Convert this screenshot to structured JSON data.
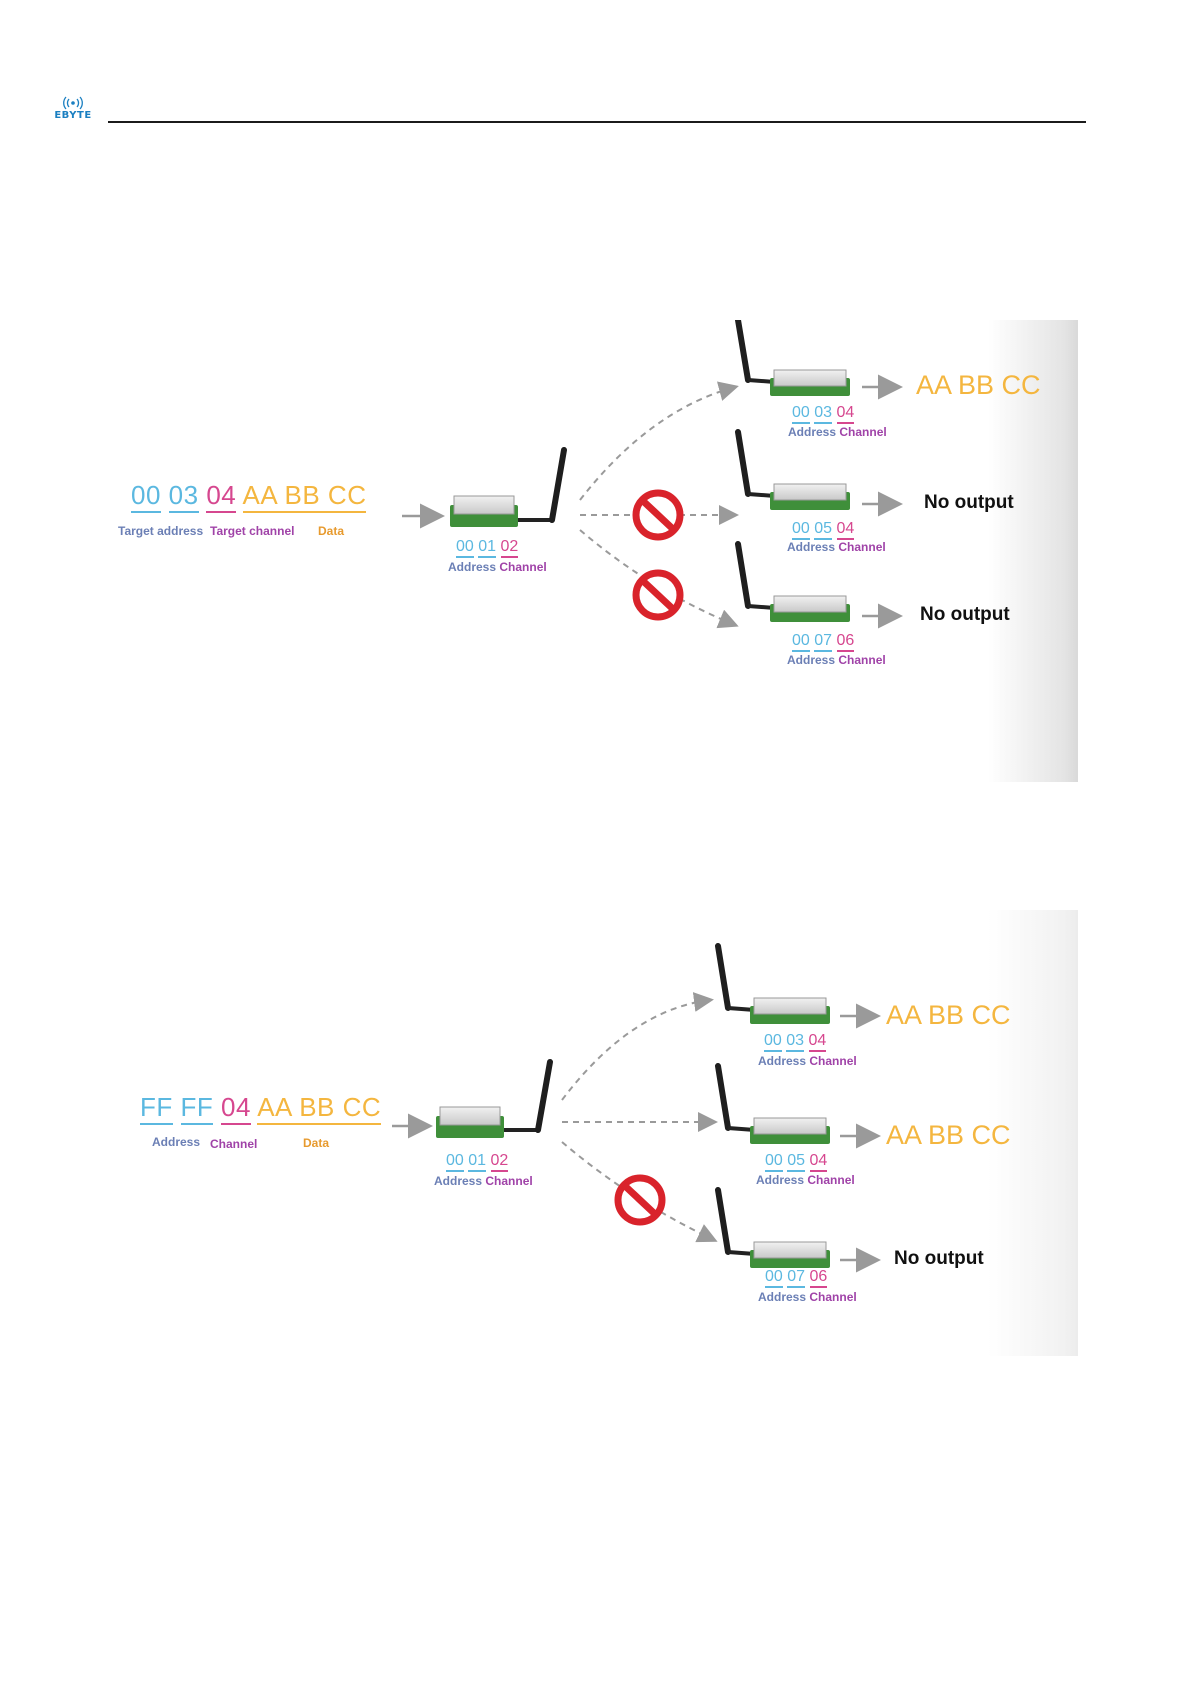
{
  "header": {
    "logo_text": "EBYTE"
  },
  "diagram1": {
    "input": {
      "addr_high": "00",
      "addr_low": "03",
      "channel": "04",
      "data": "AA BB CC",
      "label_address": "Target address",
      "label_channel": "Target channel",
      "label_data": "Data"
    },
    "sender": {
      "addr_high": "00",
      "addr_low": "01",
      "channel": "02",
      "label_address": "Address",
      "label_channel": "Channel"
    },
    "receivers": [
      {
        "addr_high": "00",
        "addr_low": "03",
        "channel": "04",
        "label_address": "Address",
        "label_channel": "Channel",
        "output": "AA BB CC",
        "blocked": false
      },
      {
        "addr_high": "00",
        "addr_low": "05",
        "channel": "04",
        "label_address": "Address",
        "label_channel": "Channel",
        "output": "No output",
        "blocked": true
      },
      {
        "addr_high": "00",
        "addr_low": "07",
        "channel": "06",
        "label_address": "Address",
        "label_channel": "Channel",
        "output": "No output",
        "blocked": true
      }
    ]
  },
  "diagram2": {
    "input": {
      "addr_high": "FF",
      "addr_low": "FF",
      "channel": "04",
      "data": "AA BB CC",
      "label_address": "Address",
      "label_channel": "Channel",
      "label_data": "Data"
    },
    "sender": {
      "addr_high": "00",
      "addr_low": "01",
      "channel": "02",
      "label_address": "Address",
      "label_channel": "Channel"
    },
    "receivers": [
      {
        "addr_high": "00",
        "addr_low": "03",
        "channel": "04",
        "label_address": "Address",
        "label_channel": "Channel",
        "output": "AA BB CC",
        "blocked": false
      },
      {
        "addr_high": "00",
        "addr_low": "05",
        "channel": "04",
        "label_address": "Address",
        "label_channel": "Channel",
        "output": "AA BB CC",
        "blocked": false
      },
      {
        "addr_high": "00",
        "addr_low": "07",
        "channel": "06",
        "label_address": "Address",
        "label_channel": "Channel",
        "output": "No output",
        "blocked": true
      }
    ]
  },
  "colors": {
    "address": "#5bb8e0",
    "channel": "#d6478f",
    "data": "#f4b63f",
    "blocked": "#d9232b",
    "arrow": "#9a9a9a"
  }
}
